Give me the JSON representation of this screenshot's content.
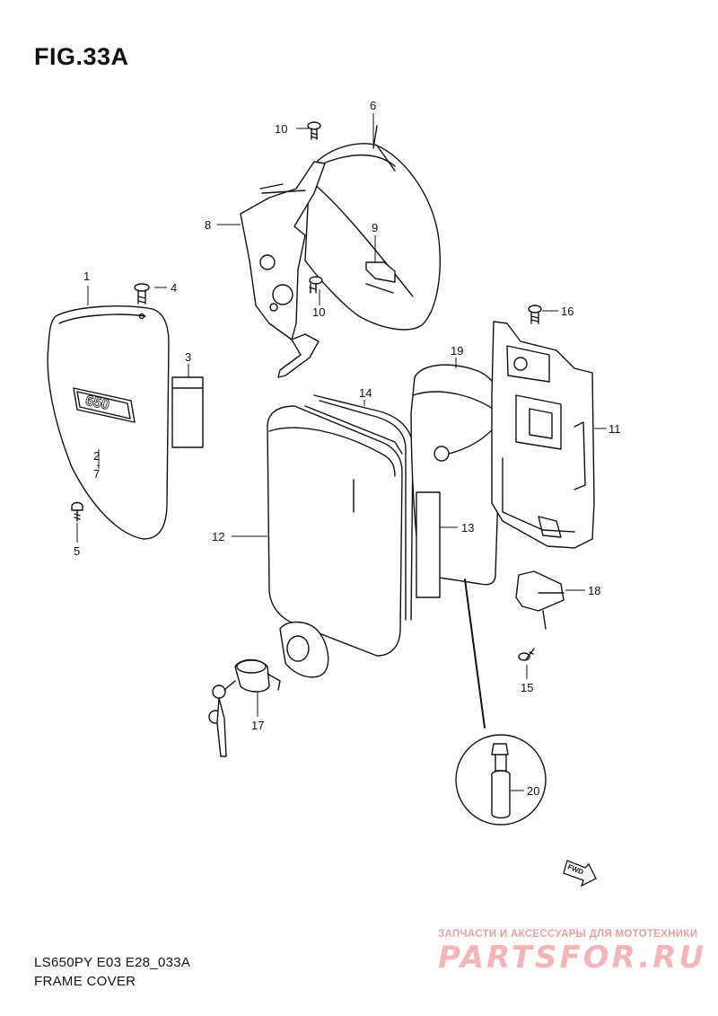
{
  "figure": {
    "title": "FIG.33A",
    "model_code": "LS650PY E03 E28_033A",
    "name": "FRAME COVER",
    "fwd_label": "FWD",
    "emblem_text": "650"
  },
  "parts": [
    {
      "id": "p1",
      "label": "1"
    },
    {
      "id": "p2",
      "label": "2"
    },
    {
      "id": "p7",
      "label": "7"
    },
    {
      "id": "p3",
      "label": "3"
    },
    {
      "id": "p4",
      "label": "4"
    },
    {
      "id": "p5",
      "label": "5"
    },
    {
      "id": "p6",
      "label": "6"
    },
    {
      "id": "p8",
      "label": "8"
    },
    {
      "id": "p9",
      "label": "9"
    },
    {
      "id": "p10a",
      "label": "10"
    },
    {
      "id": "p10b",
      "label": "10"
    },
    {
      "id": "p11",
      "label": "11"
    },
    {
      "id": "p12",
      "label": "12"
    },
    {
      "id": "p13",
      "label": "13"
    },
    {
      "id": "p14",
      "label": "14"
    },
    {
      "id": "p15",
      "label": "15"
    },
    {
      "id": "p16",
      "label": "16"
    },
    {
      "id": "p17",
      "label": "17"
    },
    {
      "id": "p18",
      "label": "18"
    },
    {
      "id": "p19",
      "label": "19"
    },
    {
      "id": "p20",
      "label": "20"
    }
  ],
  "watermark": {
    "tagline": "ЗАПЧАСТИ И АКСЕССУАРЫ ДЛЯ МОТОТЕХНИКИ",
    "brand": "PARTSFOR.RU"
  },
  "colors": {
    "line": "#111111",
    "watermark": "#f1b5ba"
  }
}
